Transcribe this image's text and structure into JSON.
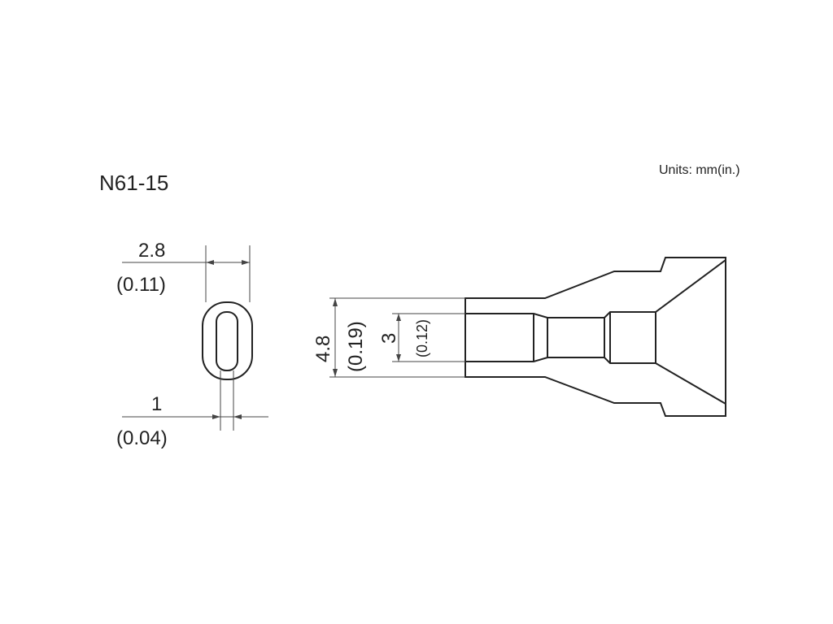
{
  "model": "N61-15",
  "units_label": "Units:  mm(in.)",
  "front_view": {
    "outer_width_mm": "2.8",
    "outer_width_in": "(0.11)",
    "slot_width_mm": "1",
    "slot_width_in": "(0.04)"
  },
  "side_view": {
    "outer_diameter_mm": "4.8",
    "outer_diameter_in": "(0.19)",
    "inner_diameter_mm": "3",
    "inner_diameter_in": "(0.12)"
  },
  "colors": {
    "line": "#222222",
    "background": "#ffffff"
  }
}
